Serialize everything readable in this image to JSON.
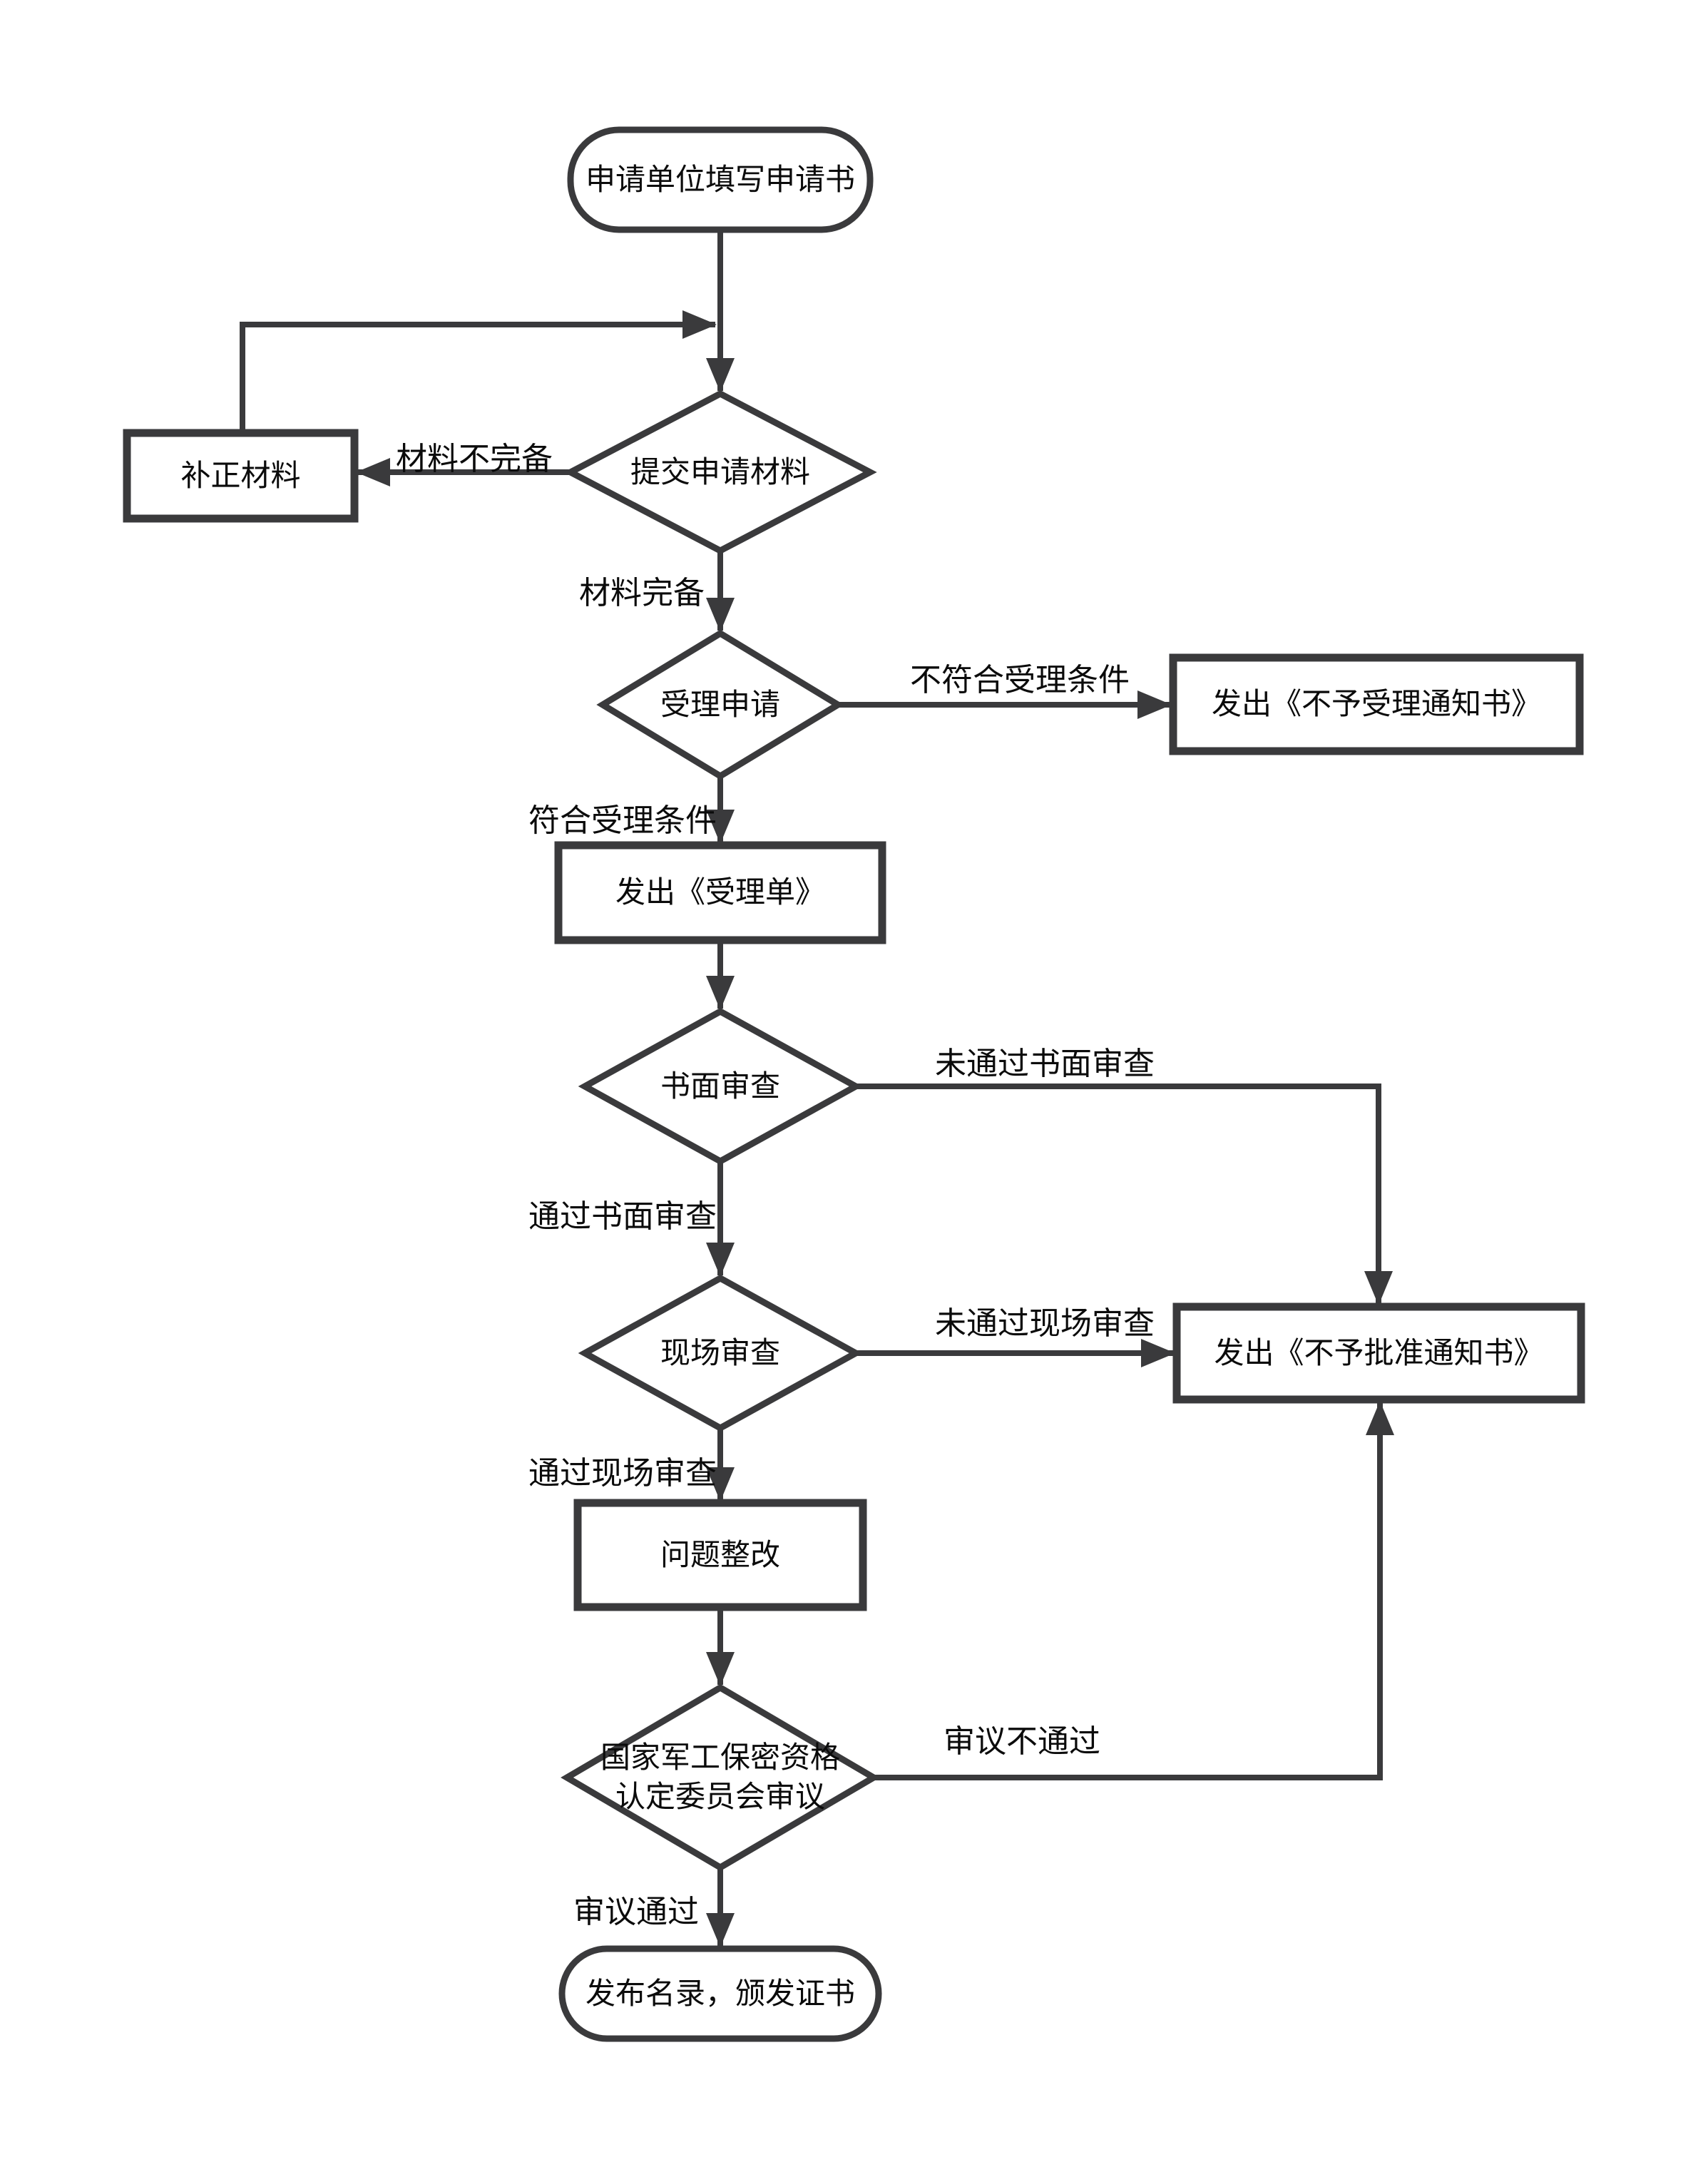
{
  "page": {
    "background_color": "#ffffff",
    "line_color": "#3a3a3c",
    "text_color": "#0b0b0b"
  },
  "flowchart": {
    "nodes": [
      {
        "id": "start",
        "type": "terminator",
        "label": "申请单位填写申请书"
      },
      {
        "id": "supplement-materials",
        "type": "process",
        "label": "补正材料"
      },
      {
        "id": "submit-materials",
        "type": "decision",
        "label": "提交申请材料"
      },
      {
        "id": "accept-application",
        "type": "decision",
        "label": "受理申请"
      },
      {
        "id": "notice-not-accepted",
        "type": "process",
        "label": "发出《不予受理通知书》"
      },
      {
        "id": "issue-acceptance-form",
        "type": "process",
        "label": "发出《受理单》"
      },
      {
        "id": "written-review",
        "type": "decision",
        "label": "书面审查"
      },
      {
        "id": "onsite-review",
        "type": "decision",
        "label": "现场审查"
      },
      {
        "id": "notice-not-approved",
        "type": "process",
        "label": "发出《不予批准通知书》"
      },
      {
        "id": "problem-rectification",
        "type": "process",
        "label": "问题整改"
      },
      {
        "id": "committee-review",
        "type": "decision",
        "label": "国家军工保密资格\n认定委员会审议"
      },
      {
        "id": "end",
        "type": "terminator",
        "label": "发布名录，颁发证书"
      }
    ],
    "edge_labels": [
      {
        "id": "materials-incomplete",
        "text": "材料不完备"
      },
      {
        "id": "materials-complete",
        "text": "材料完备"
      },
      {
        "id": "not-meet-accept-criteria",
        "text": "不符合受理条件"
      },
      {
        "id": "meet-accept-criteria",
        "text": "符合受理条件"
      },
      {
        "id": "fail-written-review",
        "text": "未通过书面审查"
      },
      {
        "id": "pass-written-review",
        "text": "通过书面审查"
      },
      {
        "id": "fail-onsite-review",
        "text": "未通过现场审查"
      },
      {
        "id": "pass-onsite-review",
        "text": "通过现场审查"
      },
      {
        "id": "fail-committee-review",
        "text": "审议不通过"
      },
      {
        "id": "pass-committee-review",
        "text": "审议通过"
      }
    ]
  }
}
